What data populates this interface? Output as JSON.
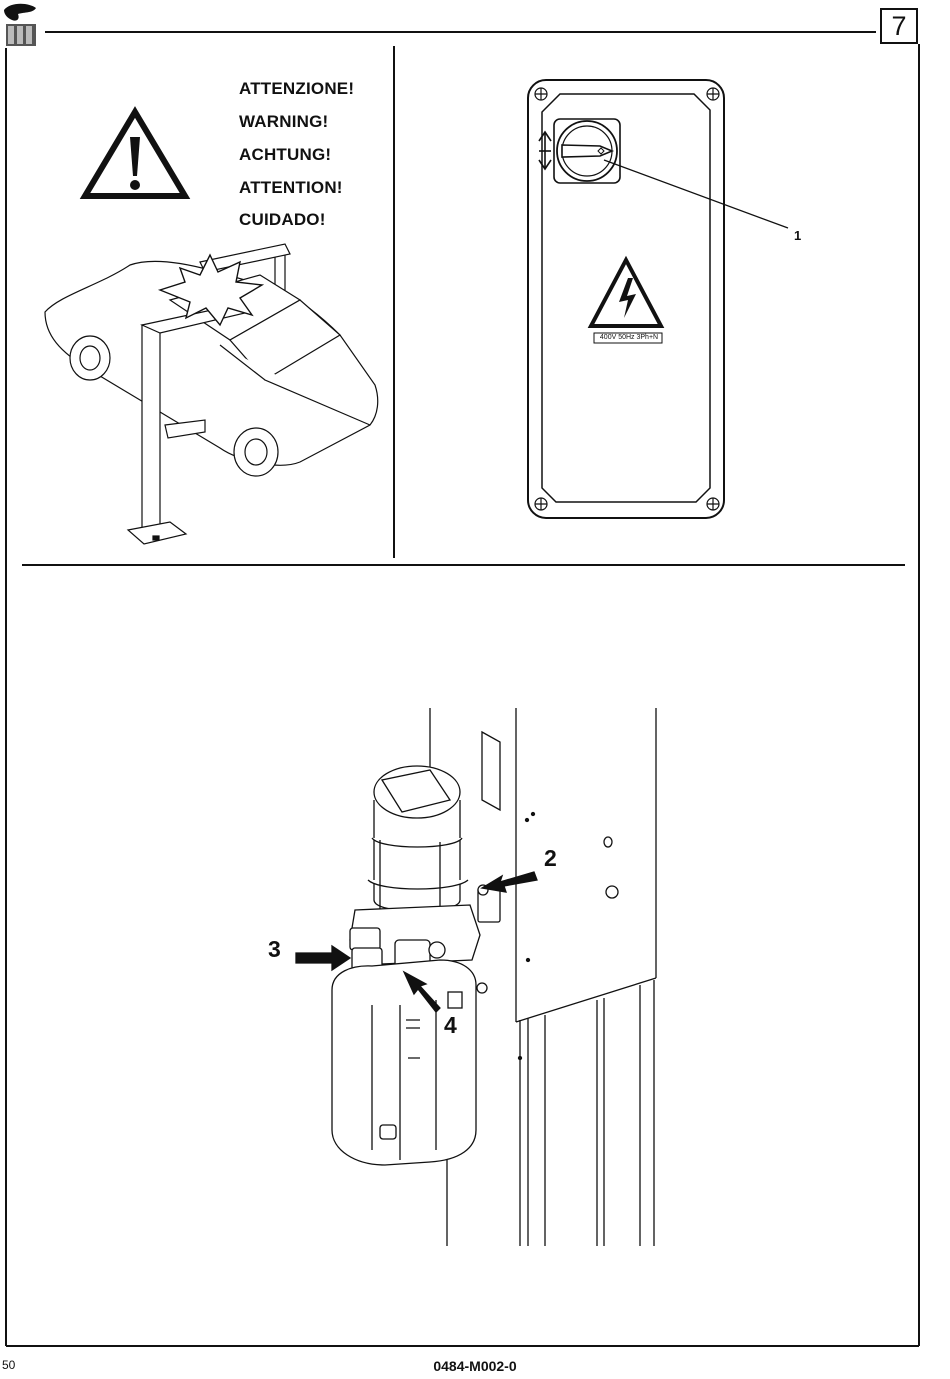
{
  "header": {
    "page_box": "7"
  },
  "warning": {
    "lines": [
      "ATTENZIONE!",
      "WARNING!",
      "ACHTUNG!",
      "ATTENTION!",
      "CUIDADO!"
    ]
  },
  "panel": {
    "plate_text": "400V 50Hz 3Ph+N",
    "callout": "1"
  },
  "unit": {
    "callouts": [
      "2",
      "3",
      "4"
    ]
  },
  "footer": {
    "page_number": "50",
    "doc_code": "0484-M002-0"
  },
  "icons": [
    "brand-logo-icon",
    "warning-exclamation-icon",
    "high-voltage-icon",
    "rotary-switch-icon",
    "up-down-arrow-icon"
  ]
}
